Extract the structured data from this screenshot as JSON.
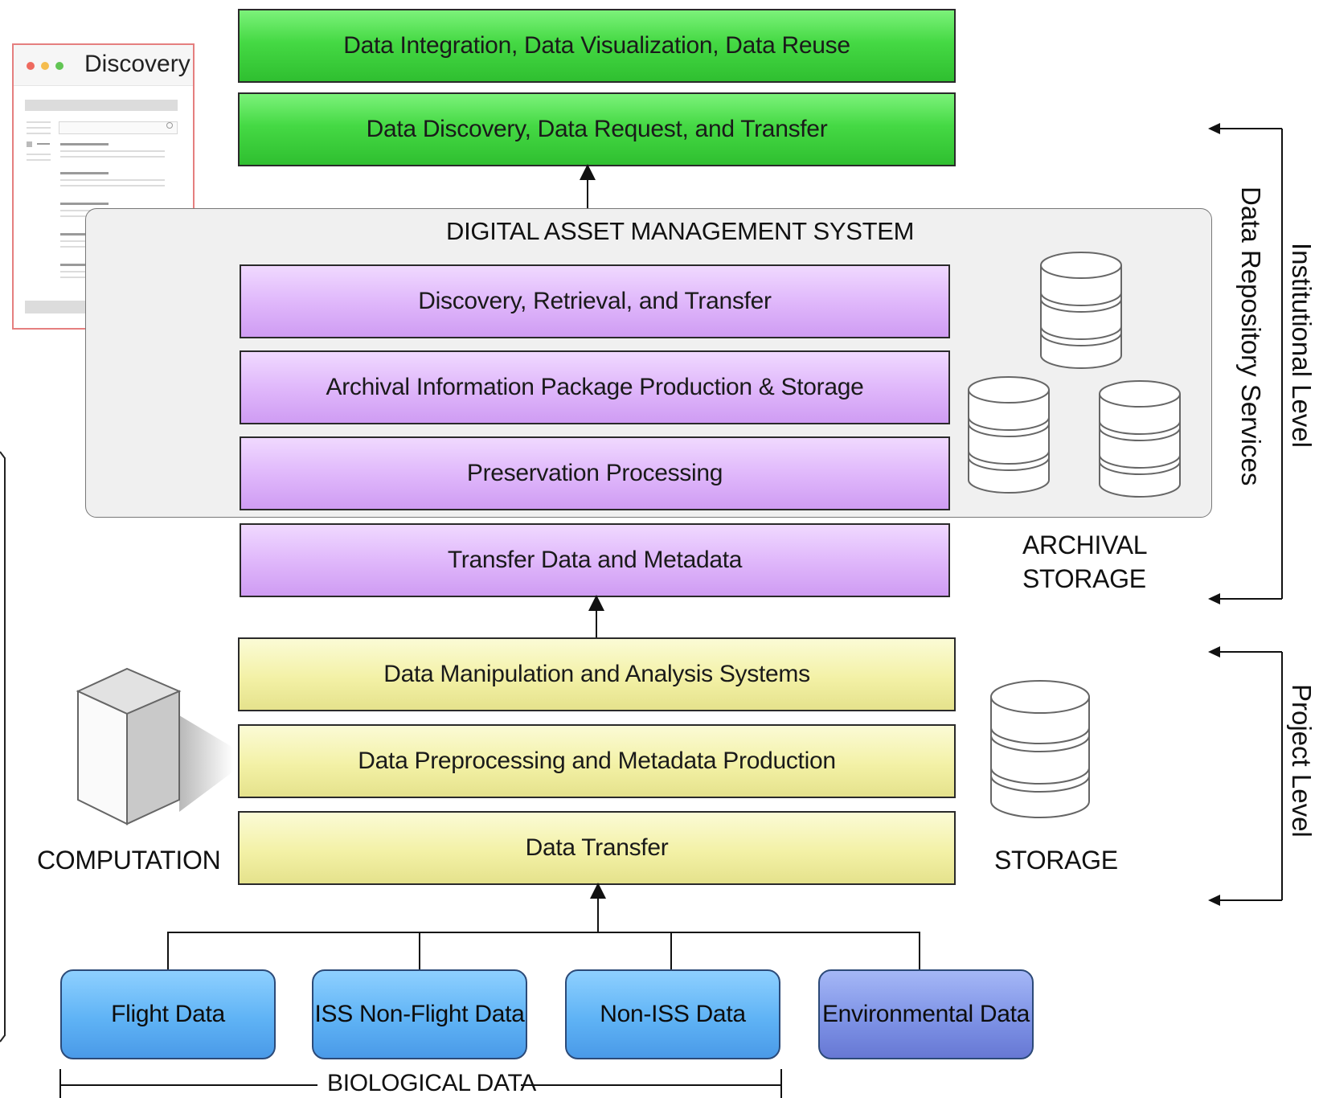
{
  "discovery_window": {
    "title": "Discovery"
  },
  "institutional_bars": [
    "Data Integration, Data Visualization, Data Reuse",
    "Data Discovery, Data Request, and Transfer"
  ],
  "dams": {
    "title": "DIGITAL ASSET MANAGEMENT SYSTEM",
    "bars": [
      "Discovery, Retrieval, and Transfer",
      "Archival Information Package Production & Storage",
      "Preservation Processing"
    ]
  },
  "transfer_bar": "Transfer Data and Metadata",
  "archival_storage": {
    "line1": "ARCHIVAL",
    "line2": "STORAGE"
  },
  "project_bars": [
    "Data Manipulation and Analysis Systems",
    "Data Preprocessing and Metadata Production",
    "Data Transfer"
  ],
  "computation_label": "COMPUTATION",
  "storage_label": "STORAGE",
  "sources": [
    "Flight Data",
    "ISS Non-Flight Data",
    "Non-ISS Data",
    "Environmental Data"
  ],
  "biological_data_label": "BIOLOGICAL DATA",
  "side_labels": {
    "data_repository_services": "Data Repository Services",
    "institutional_level": "Institutional Level",
    "project_level": "Project Level"
  },
  "colors": {
    "green": "#45d944",
    "purple": "#e0b8fb",
    "yellow": "#f3f1a6",
    "blue": "#5fb3f5",
    "indigo": "#7e93e6",
    "dams_panel": "#f0f0f0"
  }
}
